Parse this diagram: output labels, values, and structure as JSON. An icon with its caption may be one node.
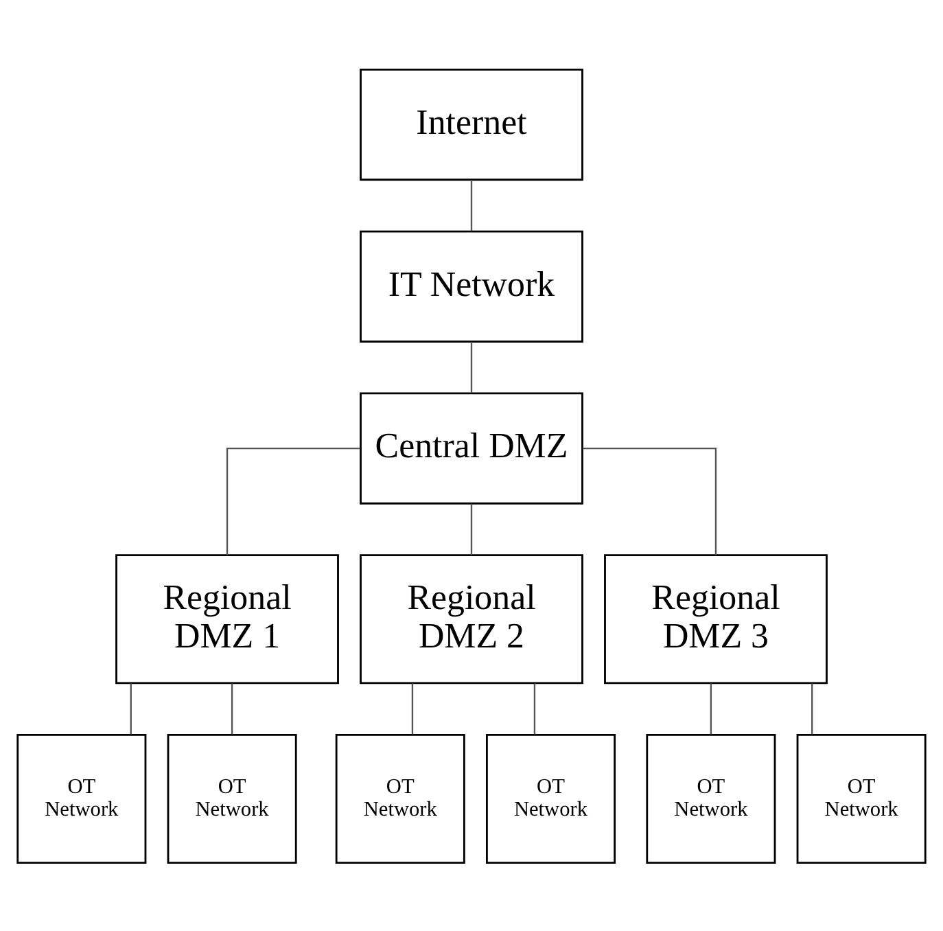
{
  "diagram": {
    "nodes": [
      {
        "text": [
          "Internet"
        ]
      },
      {
        "text": [
          "IT Network"
        ]
      },
      {
        "text": [
          "Central DMZ"
        ]
      },
      {
        "text": [
          "Regional DMZ 1"
        ]
      },
      {
        "text": [
          "Regional DMZ 2"
        ]
      },
      {
        "text": [
          "Regional DMZ 3"
        ]
      },
      {
        "text": [
          "OT Network"
        ]
      },
      {
        "text": [
          "OT Network"
        ]
      },
      {
        "text": [
          "OT Network"
        ]
      },
      {
        "text": [
          "OT Network"
        ]
      },
      {
        "text": [
          "OT Network"
        ]
      },
      {
        "text": [
          "OT Network"
        ]
      }
    ],
    "edges": [
      {
        "from": 0,
        "to": 1,
        "arrow": "none"
      },
      {
        "from": 1,
        "to": 2,
        "arrow": "none"
      },
      {
        "from": 2,
        "to": 3,
        "arrow": "none"
      },
      {
        "from": 2,
        "to": 4,
        "arrow": "none"
      },
      {
        "from": 2,
        "to": 5,
        "arrow": "none"
      },
      {
        "from": 3,
        "to": 6,
        "arrow": "none"
      },
      {
        "from": 3,
        "to": 7,
        "arrow": "none"
      },
      {
        "from": 4,
        "to": 8,
        "arrow": "none"
      },
      {
        "from": 4,
        "to": 9,
        "arrow": "none"
      },
      {
        "from": 5,
        "to": 10,
        "arrow": "none"
      },
      {
        "from": 5,
        "to": 11,
        "arrow": "none"
      }
    ]
  }
}
